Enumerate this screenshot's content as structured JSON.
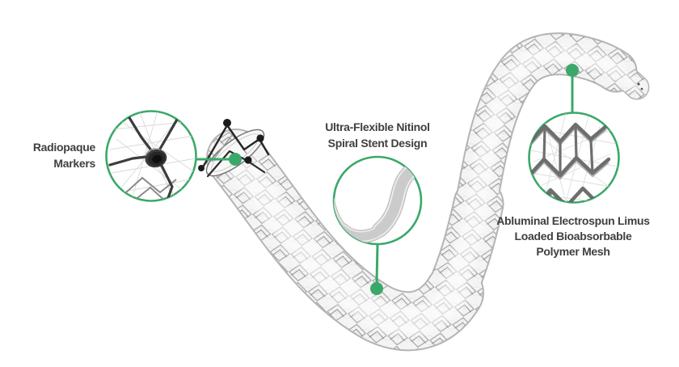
{
  "figure": {
    "type": "annotated-product-diagram",
    "subject": "Spiral stent with magnified callout views"
  },
  "callouts": {
    "radiopaque": {
      "label": "Radiopaque Markers",
      "label_lines": [
        "Radiopaque",
        "Markers"
      ]
    },
    "nitinol": {
      "label": "Ultra-Flexible Nitinol Spiral Stent Design",
      "label_lines": [
        "Ultra-Flexible Nitinol",
        "Spiral Stent Design"
      ]
    },
    "mesh": {
      "label": "Abluminal Electrospun Limus Loaded Bioabsorbable Polymer Mesh",
      "label_lines": [
        "Abluminal Electrospun Limus",
        "Loaded Bioabsorbable",
        "Polymer Mesh"
      ]
    }
  },
  "colors": {
    "accent_green": "#3aa869",
    "label_text": "#3f3f3f",
    "background": "#ffffff"
  }
}
